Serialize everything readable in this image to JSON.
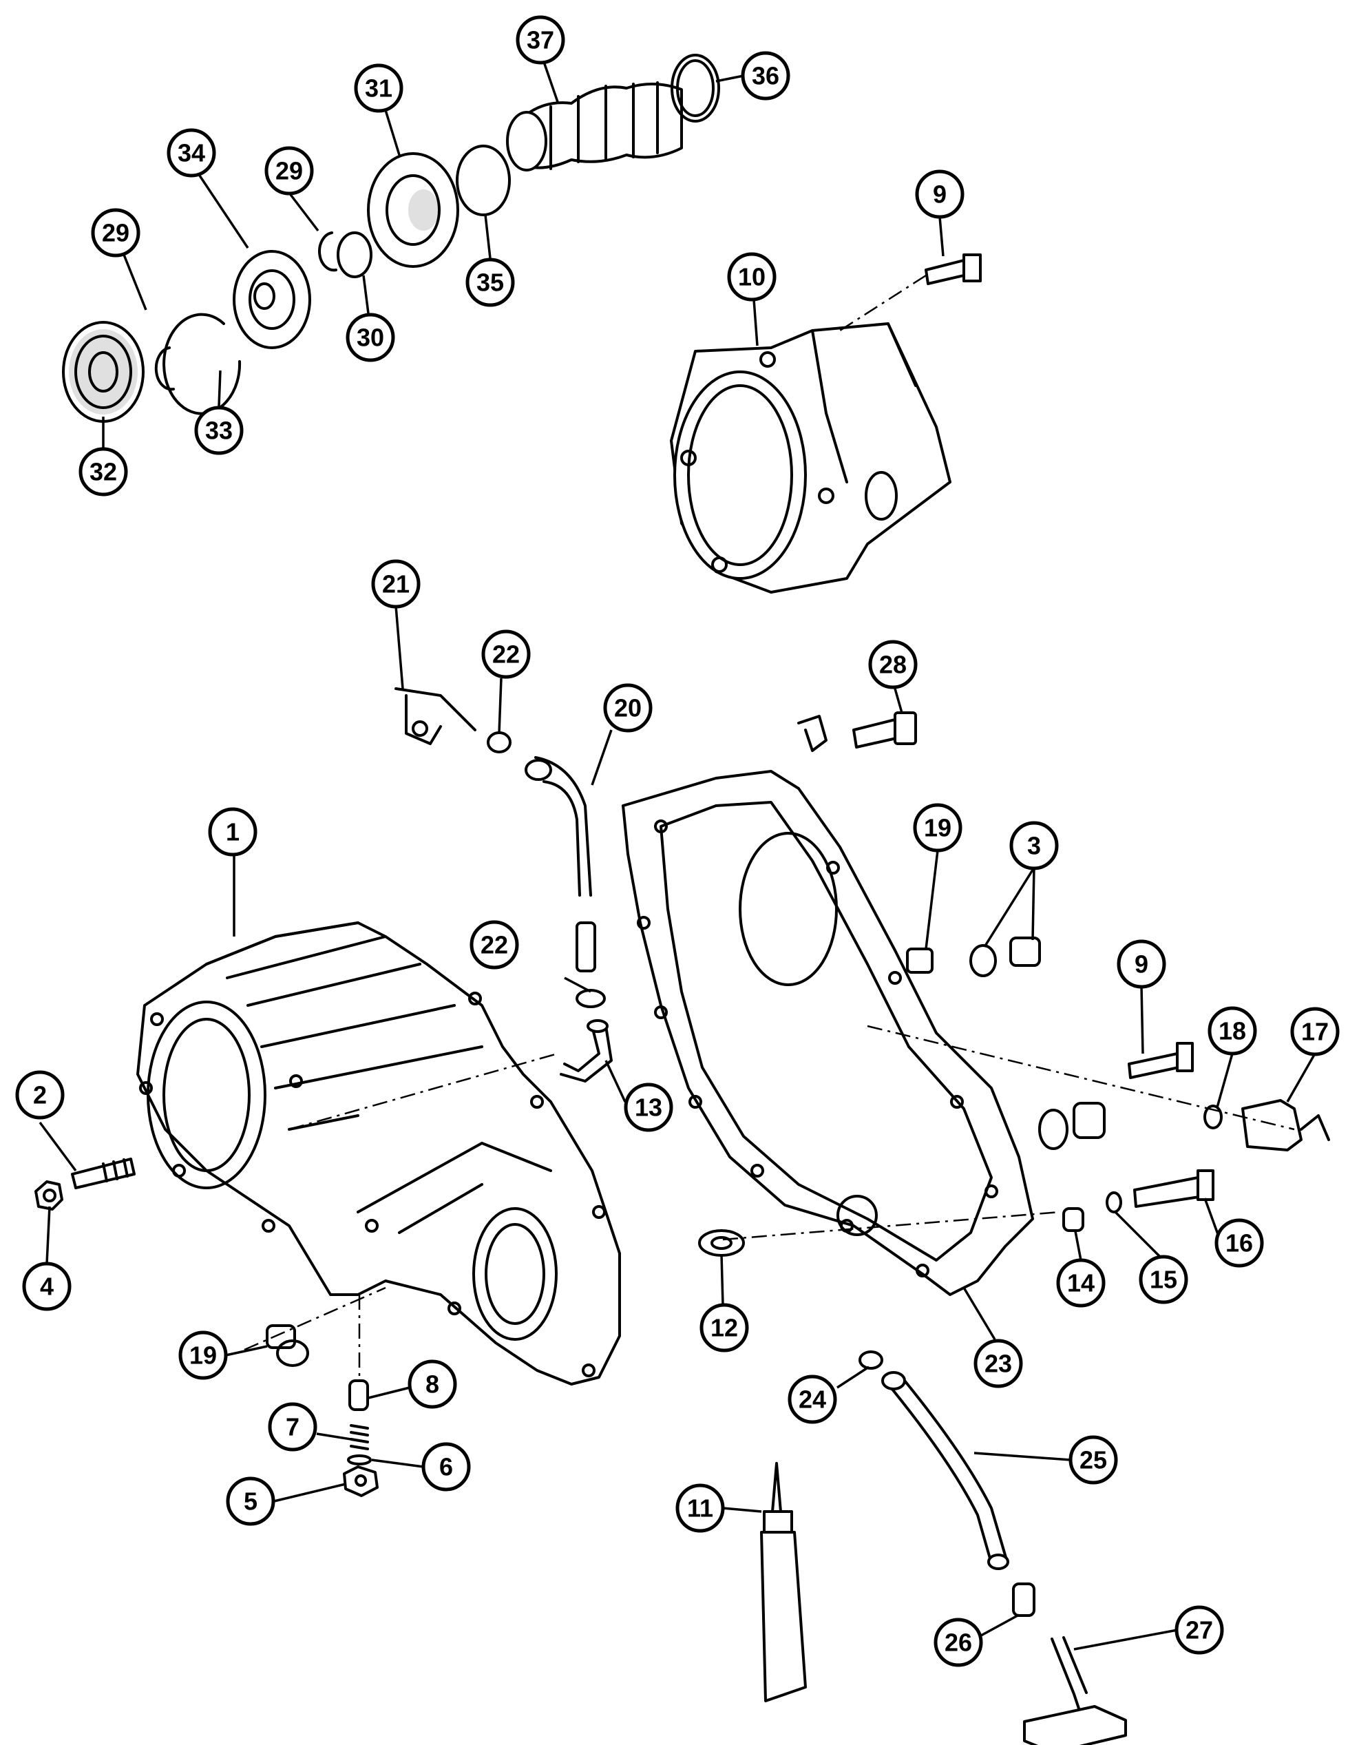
{
  "callouts": [
    {
      "id": "c1",
      "label": "1"
    },
    {
      "id": "c2",
      "label": "2"
    },
    {
      "id": "c3",
      "label": "3"
    },
    {
      "id": "c4",
      "label": "4"
    },
    {
      "id": "c5",
      "label": "5"
    },
    {
      "id": "c6",
      "label": "6"
    },
    {
      "id": "c7",
      "label": "7"
    },
    {
      "id": "c8",
      "label": "8"
    },
    {
      "id": "c9a",
      "label": "9"
    },
    {
      "id": "c9b",
      "label": "9"
    },
    {
      "id": "c10",
      "label": "10"
    },
    {
      "id": "c11",
      "label": "11"
    },
    {
      "id": "c12",
      "label": "12"
    },
    {
      "id": "c13",
      "label": "13"
    },
    {
      "id": "c14",
      "label": "14"
    },
    {
      "id": "c15",
      "label": "15"
    },
    {
      "id": "c16",
      "label": "16"
    },
    {
      "id": "c17",
      "label": "17"
    },
    {
      "id": "c18",
      "label": "18"
    },
    {
      "id": "c19a",
      "label": "19"
    },
    {
      "id": "c19b",
      "label": "19"
    },
    {
      "id": "c20",
      "label": "20"
    },
    {
      "id": "c21",
      "label": "21"
    },
    {
      "id": "c22a",
      "label": "22"
    },
    {
      "id": "c22b",
      "label": "22"
    },
    {
      "id": "c23",
      "label": "23"
    },
    {
      "id": "c24",
      "label": "24"
    },
    {
      "id": "c25",
      "label": "25"
    },
    {
      "id": "c26",
      "label": "26"
    },
    {
      "id": "c27",
      "label": "27"
    },
    {
      "id": "c28",
      "label": "28"
    },
    {
      "id": "c29a",
      "label": "29"
    },
    {
      "id": "c29b",
      "label": "29"
    },
    {
      "id": "c30",
      "label": "30"
    },
    {
      "id": "c31",
      "label": "31"
    },
    {
      "id": "c32",
      "label": "32"
    },
    {
      "id": "c33",
      "label": "33"
    },
    {
      "id": "c34",
      "label": "34"
    },
    {
      "id": "c35",
      "label": "35"
    },
    {
      "id": "c36",
      "label": "36"
    },
    {
      "id": "c37",
      "label": "37"
    }
  ]
}
